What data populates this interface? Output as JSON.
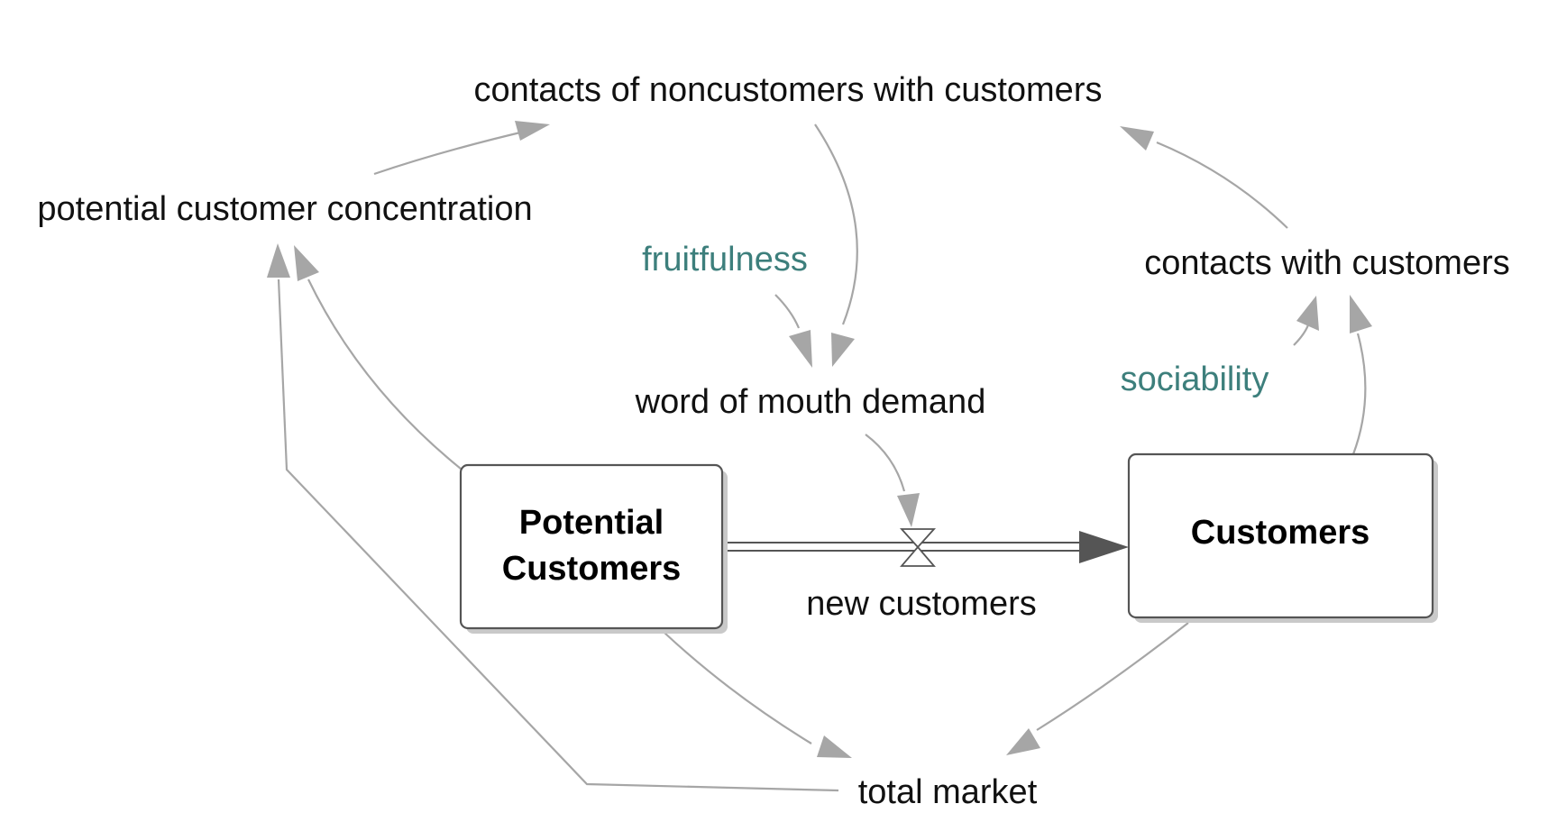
{
  "diagram": {
    "stocks": {
      "potential_customers": {
        "line1": "Potential",
        "line2": "Customers"
      },
      "customers": {
        "label": "Customers"
      }
    },
    "flows": {
      "new_customers": {
        "label": "new customers"
      }
    },
    "variables": {
      "contacts_noncustomers": "contacts of noncustomers with customers",
      "potential_customer_concentration": "potential customer concentration",
      "fruitfulness": "fruitfulness",
      "contacts_with_customers": "contacts with customers",
      "sociability": "sociability",
      "word_of_mouth_demand": "word of mouth demand",
      "total_market": "total market"
    },
    "colors": {
      "text": "#111111",
      "constant_text": "#3d7f7c",
      "link_arrow": "#a6a6a6",
      "stock_border": "#555555"
    }
  }
}
